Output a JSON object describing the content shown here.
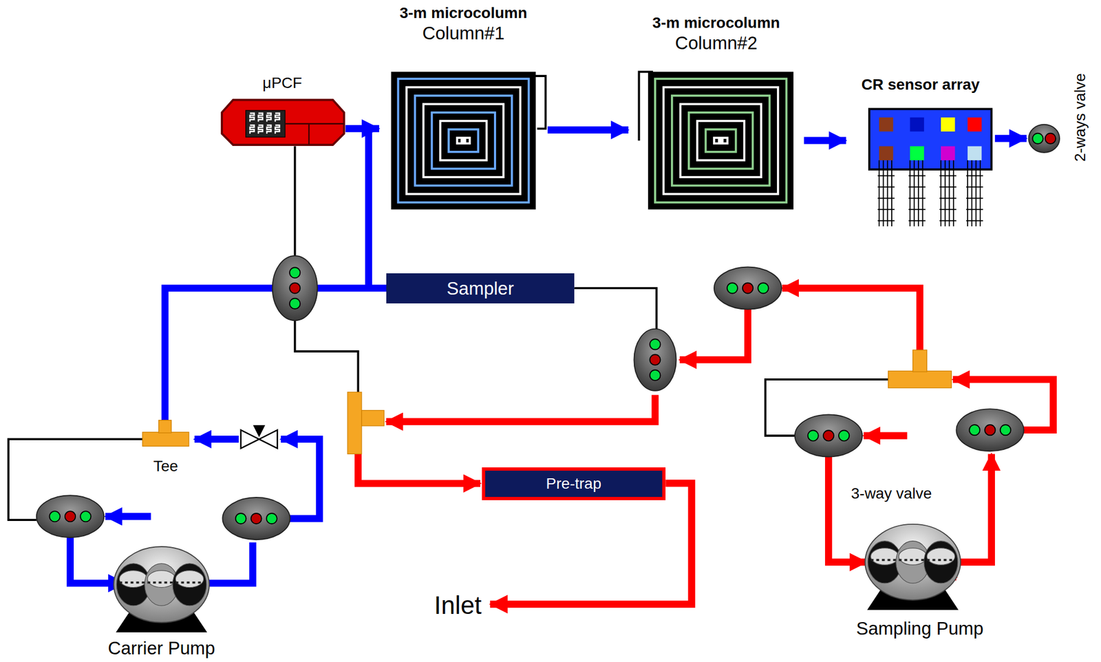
{
  "diagram": {
    "nodes": [
      {
        "text": [
          "μPCF"
        ]
      },
      {
        "text": [
          "3-m microcolumn",
          "Column#1"
        ]
      },
      {
        "text": [
          "3-m microcolumn",
          "Column#2"
        ]
      },
      {
        "text": [
          "CR sensor array"
        ]
      },
      {
        "text": [
          "2-ways valve"
        ]
      },
      {
        "text": [
          "Sampler"
        ]
      },
      {
        "text": [
          "Pre-trap"
        ]
      },
      {
        "text": [
          "Inlet"
        ]
      },
      {
        "text": [
          "Tee"
        ]
      },
      {
        "text": [
          "Carrier Pump"
        ]
      },
      {
        "text": [
          "Sampling Pump"
        ]
      }
    ],
    "edges": [
      {
        "from": 0,
        "to": 1,
        "arrow": "to"
      },
      {
        "from": 1,
        "to": 2,
        "arrow": "to"
      },
      {
        "from": 2,
        "to": 3,
        "arrow": "to"
      },
      {
        "from": 3,
        "to": 4,
        "arrow": "to"
      },
      {
        "from": 6,
        "to": 7,
        "arrow": "to"
      }
    ],
    "labels": [
      "3-way valve"
    ]
  }
}
